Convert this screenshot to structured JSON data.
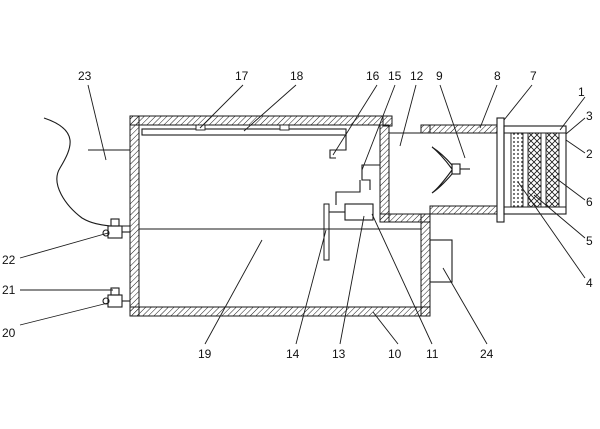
{
  "diagram": {
    "labels": [
      {
        "id": "1",
        "text": "1"
      },
      {
        "id": "2",
        "text": "2"
      },
      {
        "id": "3",
        "text": "3"
      },
      {
        "id": "4",
        "text": "4"
      },
      {
        "id": "5",
        "text": "5"
      },
      {
        "id": "6",
        "text": "6"
      },
      {
        "id": "7",
        "text": "7"
      },
      {
        "id": "8",
        "text": "8"
      },
      {
        "id": "9",
        "text": "9"
      },
      {
        "id": "10",
        "text": "10"
      },
      {
        "id": "11",
        "text": "11"
      },
      {
        "id": "12",
        "text": "12"
      },
      {
        "id": "13",
        "text": "13"
      },
      {
        "id": "14",
        "text": "14"
      },
      {
        "id": "15",
        "text": "15"
      },
      {
        "id": "16",
        "text": "16"
      },
      {
        "id": "17",
        "text": "17"
      },
      {
        "id": "18",
        "text": "18"
      },
      {
        "id": "19",
        "text": "19"
      },
      {
        "id": "20",
        "text": "20"
      },
      {
        "id": "21",
        "text": "21"
      },
      {
        "id": "22",
        "text": "22"
      },
      {
        "id": "23",
        "text": "23"
      },
      {
        "id": "24",
        "text": "24"
      }
    ]
  }
}
